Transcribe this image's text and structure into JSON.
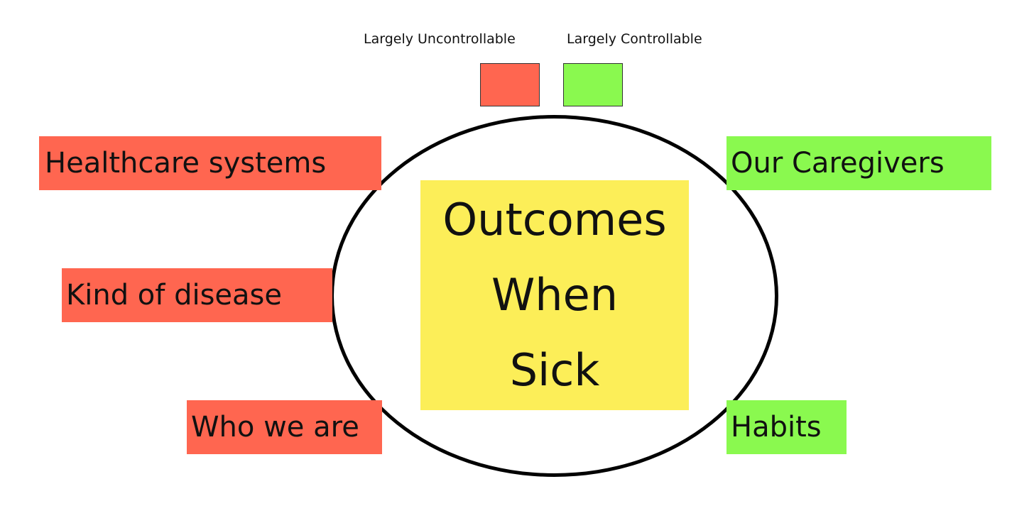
{
  "legend": {
    "uncontrollable_label": "Largely Uncontrollable",
    "controllable_label": "Largely Controllable"
  },
  "colors": {
    "uncontrollable": "#ff6650",
    "controllable": "#8af94f",
    "center_note": "#fcee58",
    "ellipse_stroke": "#000000"
  },
  "center": {
    "lines": [
      "Outcomes",
      "When",
      "Sick"
    ]
  },
  "factors": {
    "healthcare_systems": "Healthcare systems",
    "kind_of_disease": "Kind of disease",
    "who_we_are": "Who we are",
    "our_caregivers": "Our Caregivers",
    "habits": "Habits"
  }
}
